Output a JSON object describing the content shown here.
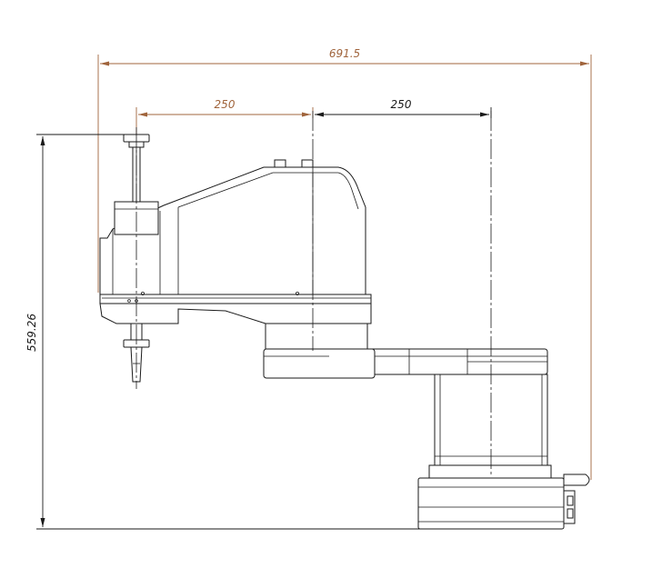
{
  "dimensions": {
    "overall_width": "691.5",
    "arm1_length": "250",
    "arm2_length": "250",
    "overall_height": "559.26"
  },
  "colors": {
    "dim_brown": "#a0643c",
    "dim_black": "#1a1a1a",
    "outline": "#1a1a1a"
  }
}
